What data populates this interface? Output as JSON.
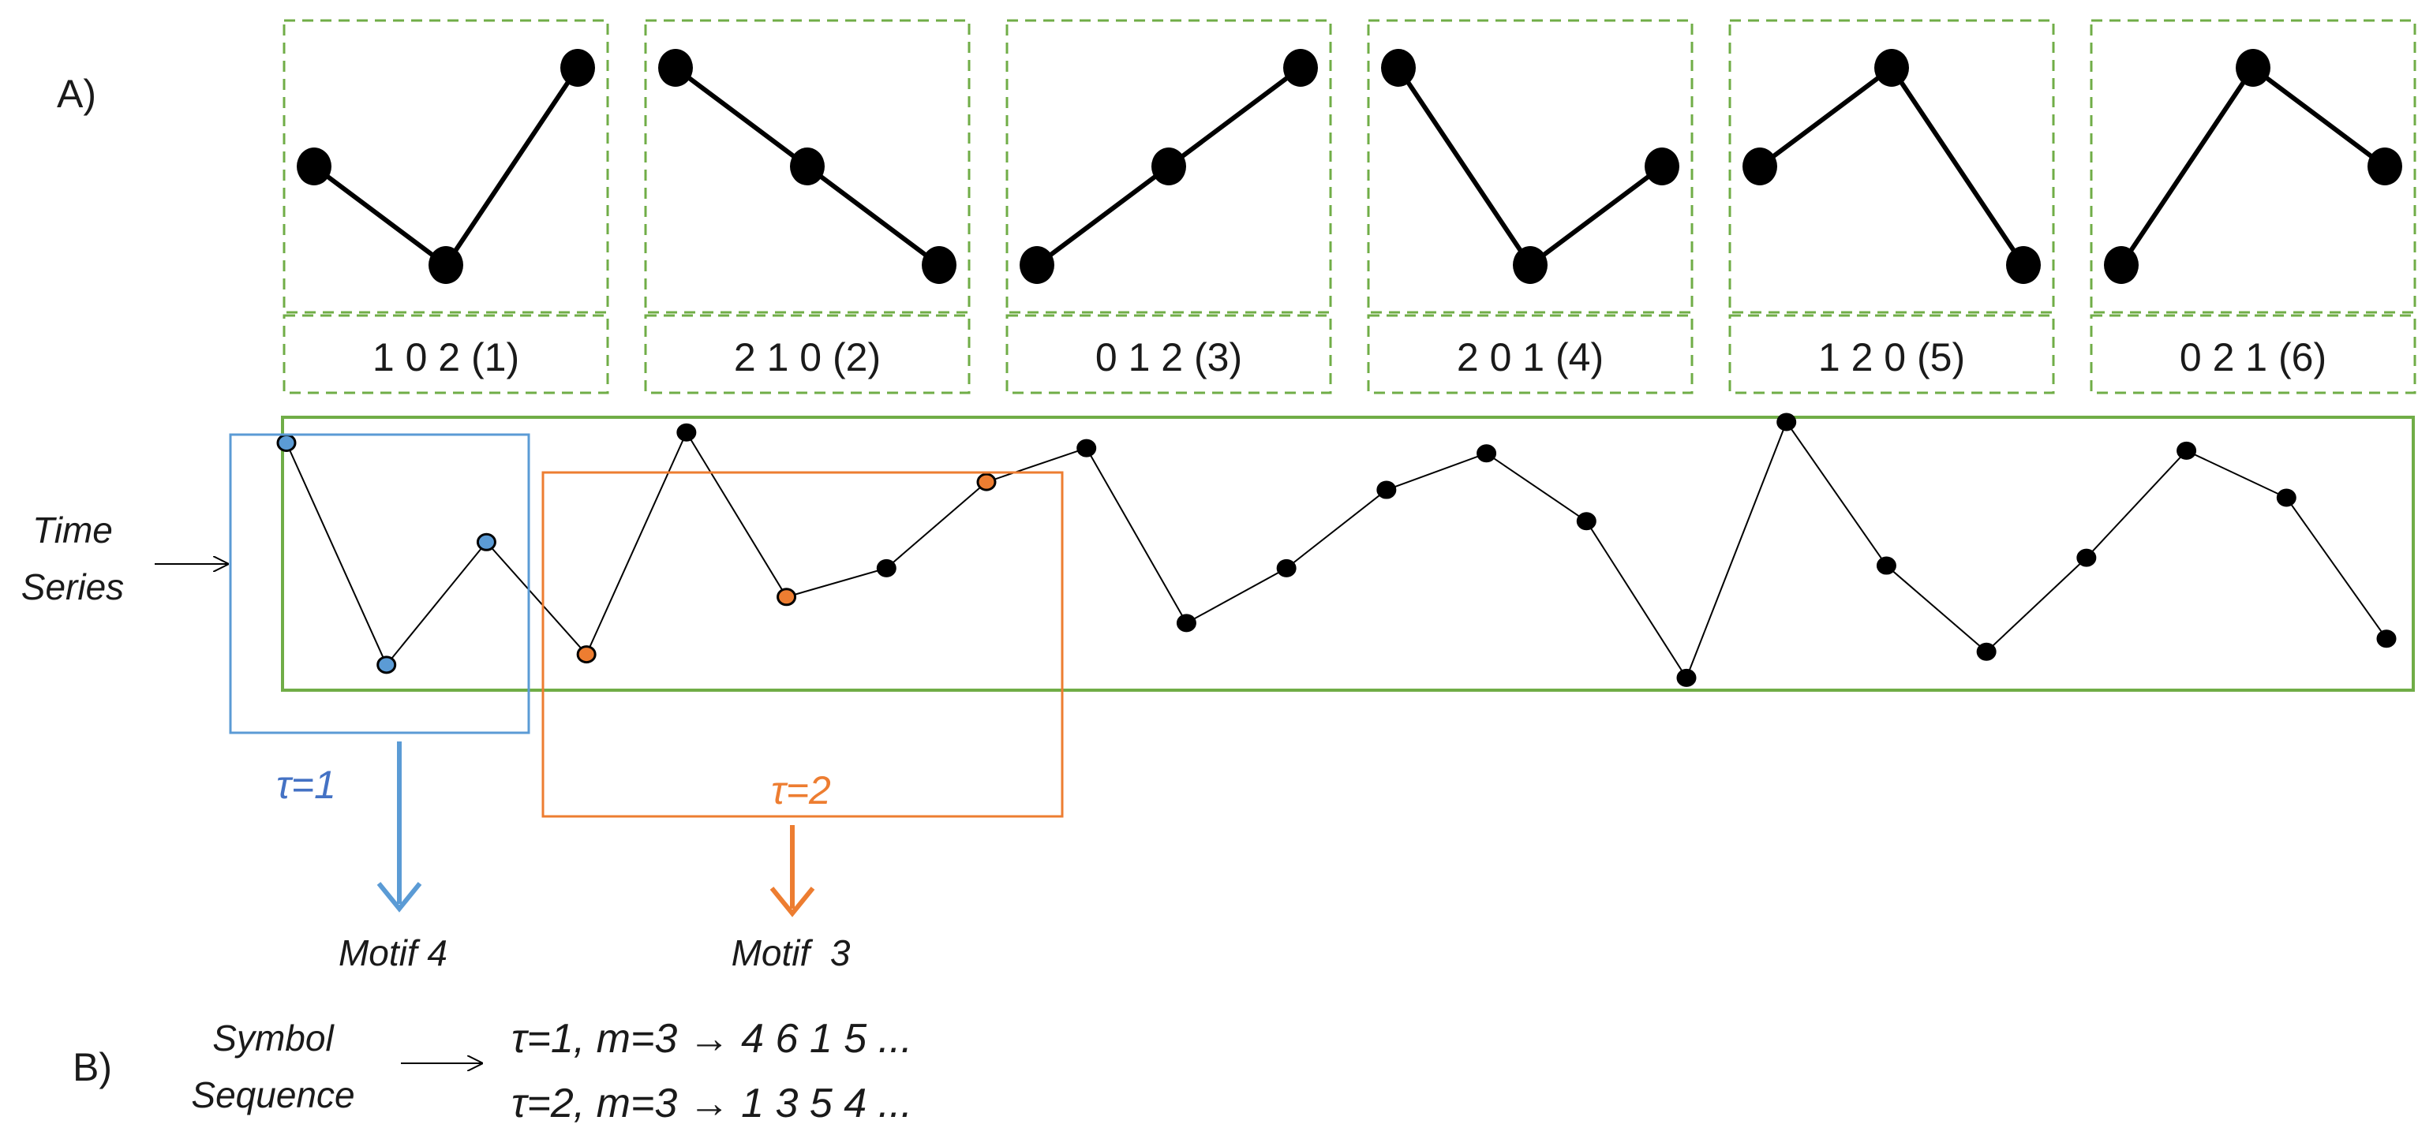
{
  "panel_labels": {
    "a": "A)",
    "b": "B)"
  },
  "motifs": [
    {
      "code": "1 0 2 (1)",
      "pattern": [
        1,
        0,
        2
      ]
    },
    {
      "code": "2 1 0 (2)",
      "pattern": [
        2,
        1,
        0
      ]
    },
    {
      "code": "0 1 2 (3)",
      "pattern": [
        0,
        1,
        2
      ]
    },
    {
      "code": "2 0 1 (4)",
      "pattern": [
        2,
        0,
        1
      ]
    },
    {
      "code": "1 2 0 (5)",
      "pattern": [
        1,
        2,
        0
      ]
    },
    {
      "code": "0 2 1 (6)",
      "pattern": [
        0,
        2,
        1
      ]
    }
  ],
  "time_series": {
    "label_line1": "Time",
    "label_line2": "Series",
    "values": [
      0.92,
      0.07,
      0.54,
      0.11,
      0.96,
      0.33,
      0.44,
      0.77,
      0.9,
      0.23,
      0.44,
      0.74,
      0.88,
      0.62,
      0.02,
      1.0,
      0.45,
      0.12,
      0.48,
      0.89,
      0.71,
      0.17
    ]
  },
  "windows": [
    {
      "tau": "τ=1",
      "motif_label": "Motif 4",
      "color": "#5b9bd5",
      "point_indices": [
        0,
        1,
        2
      ]
    },
    {
      "tau": "τ=2",
      "motif_label": "Motif  3",
      "color": "#ed7d31",
      "point_indices": [
        3,
        5,
        7
      ]
    }
  ],
  "symbol_sequence": {
    "label_line1": "Symbol",
    "label_line2": "Sequence",
    "line1": "τ=1, m=3 → 4 6 1 5 ...",
    "line2": "τ=2, m=3 → 1 3 5 4 ..."
  },
  "colors": {
    "motif_border": "#70ad47",
    "series_frame": "#70ad47",
    "line": "#000000",
    "point": "#000000",
    "tau1": "#5b9bd5",
    "tau2": "#ed7d31"
  }
}
